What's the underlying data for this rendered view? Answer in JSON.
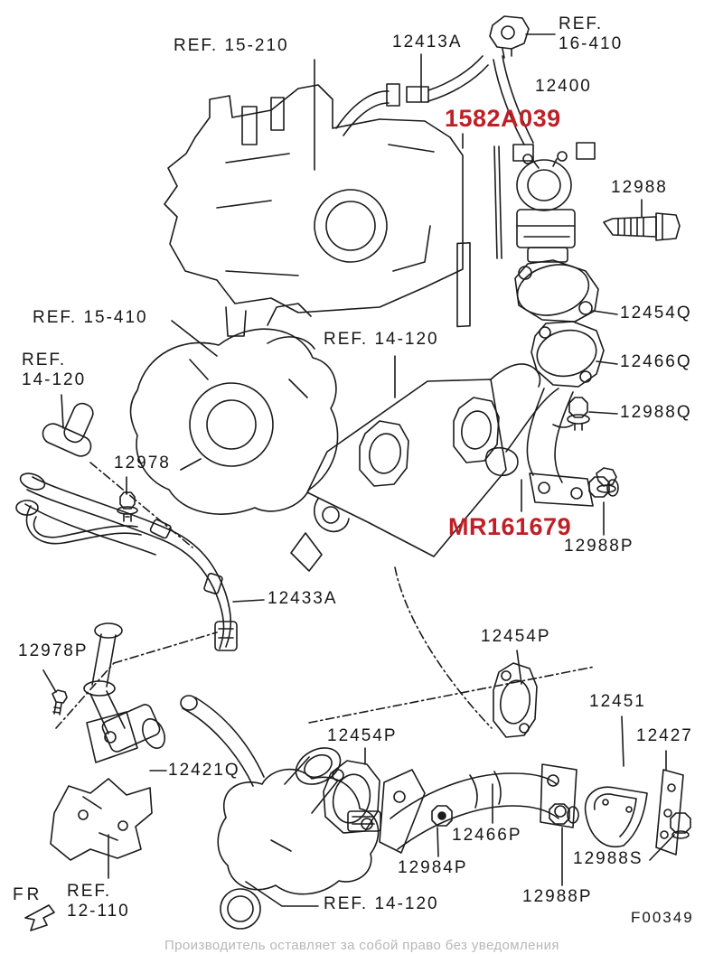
{
  "page": {
    "background": "#ffffff",
    "line_color": "#1b1b1b",
    "label_color": "#161616",
    "highlight_color": "#c01f26",
    "watermark_color": "#b7b7b7"
  },
  "diagram": {
    "figure_code": "F00349",
    "orientation_label": "FR",
    "watermark": "Производитель оставляет за собой право без уведомления",
    "labels": {
      "ref_15_210": "REF. 15-210",
      "p12413a": "12413A",
      "ref_16_410": "REF.\n16-410",
      "p12400": "12400",
      "p12988": "12988",
      "p12454q": "12454Q",
      "p12466q": "12466Q",
      "p12988q": "12988Q",
      "ref_15_410": "REF. 15-410",
      "ref_14_120_left": "REF.\n14-120",
      "ref_14_120_mid": "REF. 14-120",
      "p12978": "12978",
      "p12988p_right": "12988P",
      "p12433a": "12433A",
      "p12978p": "12978P",
      "p12454p_right": "12454P",
      "p12451": "12451",
      "p12427": "12427",
      "p12454p_left": "12454P",
      "p12421q": "12421Q",
      "p12466p": "12466P",
      "p12984p": "12984P",
      "p12988s": "12988S",
      "p12988p_bottom": "12988P",
      "ref_12_110": "REF.\n12-110",
      "ref_14_120_bottom": "REF. 14-120"
    },
    "highlighted_labels": {
      "p1582a039": "1582A039",
      "mr161679": "MR161679"
    }
  }
}
